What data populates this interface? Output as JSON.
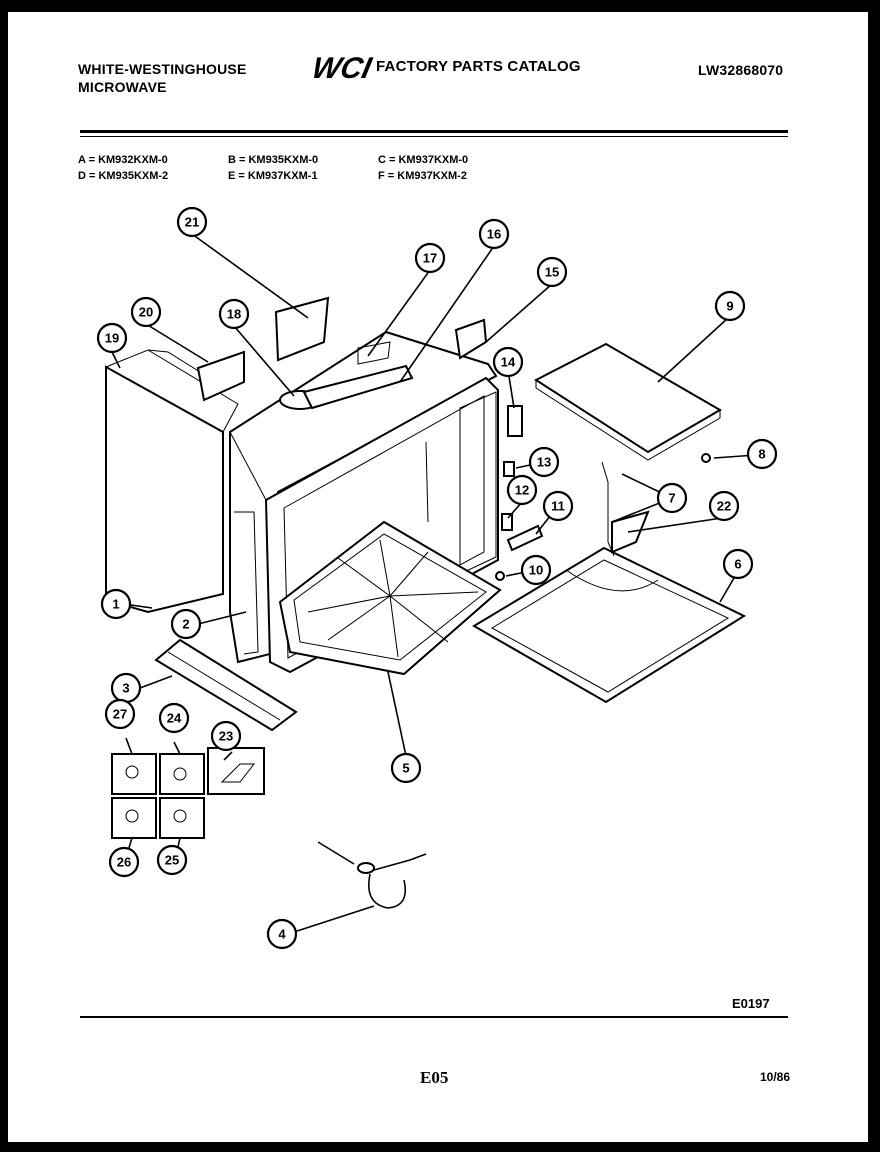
{
  "header": {
    "brand_line1": "WHITE-WESTINGHOUSE",
    "brand_line2": "MICROWAVE",
    "logo_text": "WCI",
    "catalog_title": "FACTORY PARTS CATALOG",
    "document_code": "LW32868070"
  },
  "models": [
    [
      "A = KM932KXM-0",
      "B = KM935KXM-0",
      "C = KM937KXM-0"
    ],
    [
      "D = KM935KXM-2",
      "E = KM937KXM-1",
      "F = KM937KXM-2"
    ]
  ],
  "callouts": [
    "1",
    "2",
    "3",
    "4",
    "5",
    "6",
    "7",
    "8",
    "9",
    "10",
    "11",
    "12",
    "13",
    "14",
    "15",
    "16",
    "17",
    "18",
    "19",
    "20",
    "21",
    "22",
    "23",
    "24",
    "25",
    "26",
    "27"
  ],
  "footer": {
    "drawing_code": "E0197",
    "page_code": "E05",
    "date_code": "10/86"
  }
}
